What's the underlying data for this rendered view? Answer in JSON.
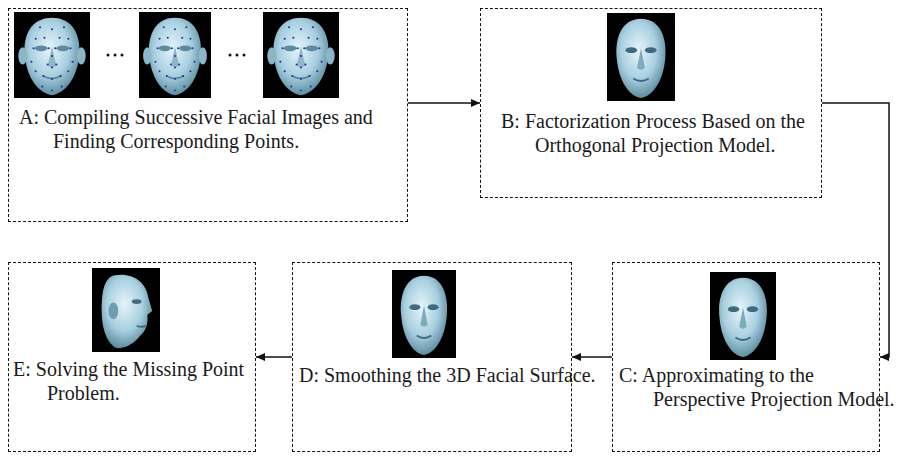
{
  "diagram": {
    "nodes": [
      {
        "text": [
          "A: Compiling Successive Facial Images and Finding Corresponding Points."
        ]
      },
      {
        "text": [
          "B: Factorization Process Based on the Orthogonal Projection Model."
        ]
      },
      {
        "text": [
          "C: Approximating to the Perspective Projection Model."
        ]
      },
      {
        "text": [
          "D: Smoothing the 3D Facial Surface."
        ]
      },
      {
        "text": [
          "E: Solving the Missing Point Problem."
        ]
      }
    ],
    "edges": [
      {
        "from": 0,
        "to": 1,
        "arrow": "to"
      },
      {
        "from": 1,
        "to": 2,
        "arrow": "to"
      },
      {
        "from": 2,
        "to": 3,
        "arrow": "to"
      },
      {
        "from": 3,
        "to": 4,
        "arrow": "to"
      }
    ]
  }
}
